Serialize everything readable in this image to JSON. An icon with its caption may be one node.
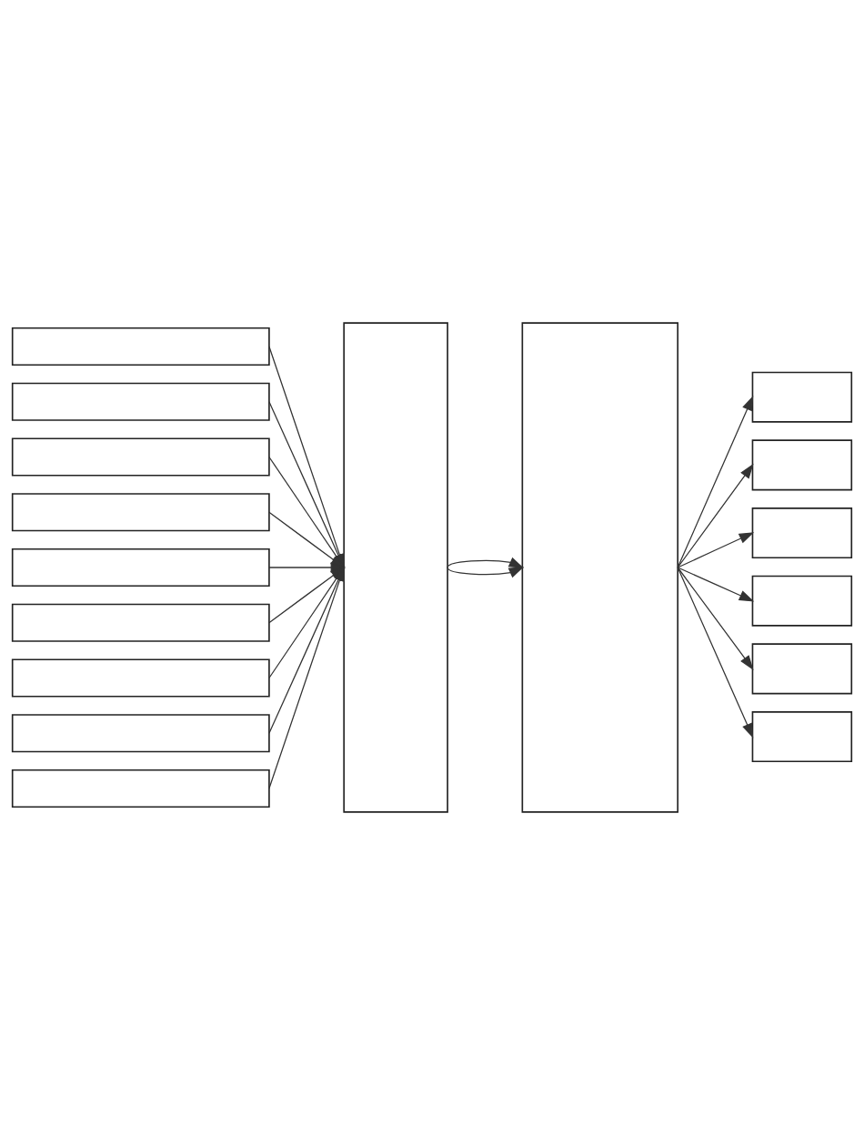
{
  "diagram": {
    "nodes": [
      {
        "text": [],
        "shape": "box"
      },
      {
        "text": [],
        "shape": "box"
      },
      {
        "text": [],
        "shape": "box"
      },
      {
        "text": [],
        "shape": "box"
      },
      {
        "text": [],
        "shape": "box"
      },
      {
        "text": [],
        "shape": "box"
      },
      {
        "text": [],
        "shape": "box"
      },
      {
        "text": [],
        "shape": "box"
      },
      {
        "text": [],
        "shape": "box"
      },
      {
        "text": [],
        "shape": "box"
      },
      {
        "text": [],
        "shape": "box"
      },
      {
        "text": [],
        "shape": "box"
      },
      {
        "text": [],
        "shape": "box"
      },
      {
        "text": [],
        "shape": "box"
      },
      {
        "text": [],
        "shape": "box"
      },
      {
        "text": [],
        "shape": "box"
      },
      {
        "text": [],
        "shape": "box"
      }
    ],
    "edges": [
      {
        "from": 0,
        "to": 9,
        "arrow": "to"
      },
      {
        "from": 1,
        "to": 9,
        "arrow": "to"
      },
      {
        "from": 2,
        "to": 9,
        "arrow": "to"
      },
      {
        "from": 3,
        "to": 9,
        "arrow": "to"
      },
      {
        "from": 4,
        "to": 9,
        "arrow": "to"
      },
      {
        "from": 5,
        "to": 9,
        "arrow": "to"
      },
      {
        "from": 6,
        "to": 9,
        "arrow": "to"
      },
      {
        "from": 7,
        "to": 9,
        "arrow": "to"
      },
      {
        "from": 8,
        "to": 9,
        "arrow": "to"
      },
      {
        "from": 9,
        "to": 10,
        "arrow": "to"
      },
      {
        "from": 9,
        "to": 10,
        "arrow": "to"
      },
      {
        "from": 10,
        "to": 11,
        "arrow": "to"
      },
      {
        "from": 10,
        "to": 12,
        "arrow": "to"
      },
      {
        "from": 10,
        "to": 13,
        "arrow": "to"
      },
      {
        "from": 10,
        "to": 14,
        "arrow": "to"
      },
      {
        "from": 10,
        "to": 15,
        "arrow": "to"
      },
      {
        "from": 10,
        "to": 16,
        "arrow": "to"
      }
    ]
  }
}
